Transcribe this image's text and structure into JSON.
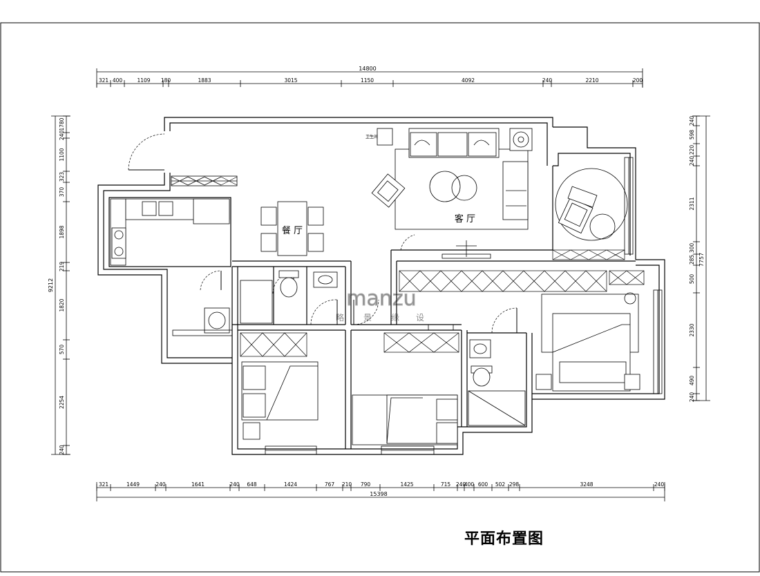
{
  "title": "平面布置图",
  "watermark": {
    "latin": "manzu",
    "cjk": [
      "略",
      "景",
      "缘",
      "设"
    ]
  },
  "rooms": {
    "living": "客 厅",
    "dining": "餐 厅",
    "tv_label": "卫生间"
  },
  "dimensions": {
    "top_total": "14800",
    "top_segments": [
      "321",
      "400",
      "1109",
      "180",
      "1883",
      "3015",
      "1150",
      "4092",
      "240",
      "2210",
      "200"
    ],
    "bottom_total": "15398",
    "bottom_segments": [
      "321",
      "1449",
      "240",
      "1641",
      "240",
      "648",
      "1424",
      "767",
      "210",
      "790",
      "1425",
      "715",
      "240",
      "400",
      "600",
      "502",
      "298",
      "3248",
      "240"
    ],
    "left_total": "9212",
    "left_segments": [
      "1780",
      "240",
      "1100",
      "323",
      "370",
      "1898",
      "219",
      "1820",
      "570",
      "2254",
      "240"
    ],
    "right_total": "7757",
    "right_segments": [
      "240",
      "598",
      "220",
      "240",
      "2311",
      "300",
      "285",
      "500",
      "2330",
      "490",
      "240"
    ]
  }
}
